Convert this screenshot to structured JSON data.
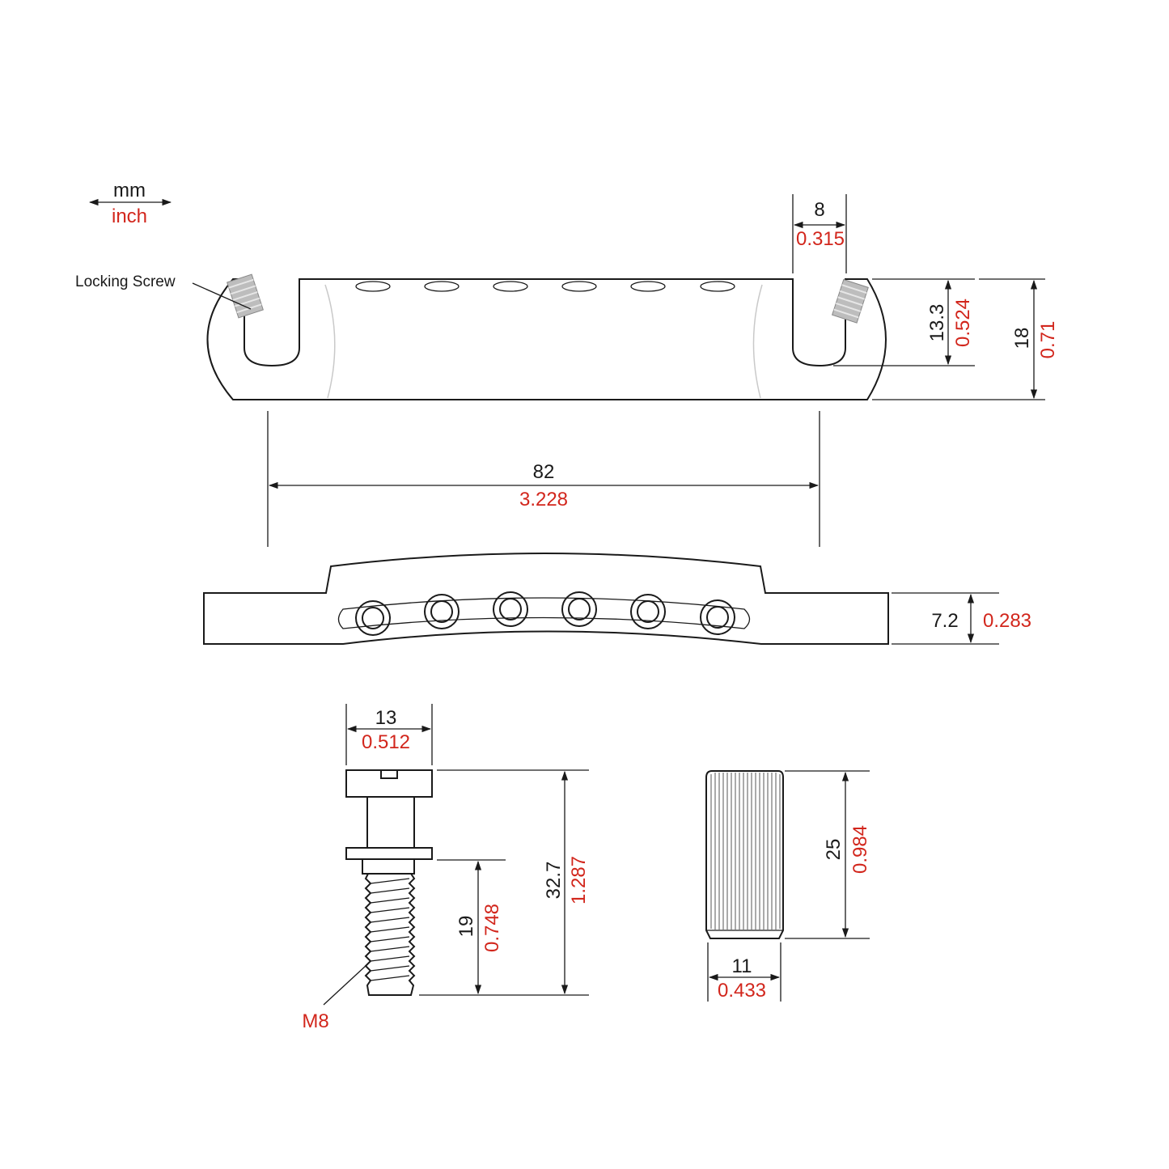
{
  "colors": {
    "ink": "#1a1a1a",
    "inch": "#d2261c",
    "background": "#ffffff"
  },
  "legend": {
    "unit_mm": "mm",
    "unit_inch": "inch"
  },
  "callouts": {
    "locking_screw": "Locking Screw",
    "thread": "M8"
  },
  "dimensions": {
    "slot_width": {
      "mm": "8",
      "inch": "0.315"
    },
    "slot_depth": {
      "mm": "13.3",
      "inch": "0.524"
    },
    "body_height": {
      "mm": "18",
      "inch": "0.71"
    },
    "stud_spacing": {
      "mm": "82",
      "inch": "3.228"
    },
    "side_thickness": {
      "mm": "7.2",
      "inch": "0.283"
    },
    "head_width": {
      "mm": "13",
      "inch": "0.512"
    },
    "thread_length": {
      "mm": "19",
      "inch": "0.748"
    },
    "stud_length": {
      "mm": "32.7",
      "inch": "1.287"
    },
    "insert_length": {
      "mm": "25",
      "inch": "0.984"
    },
    "insert_diameter": {
      "mm": "11",
      "inch": "0.433"
    }
  }
}
